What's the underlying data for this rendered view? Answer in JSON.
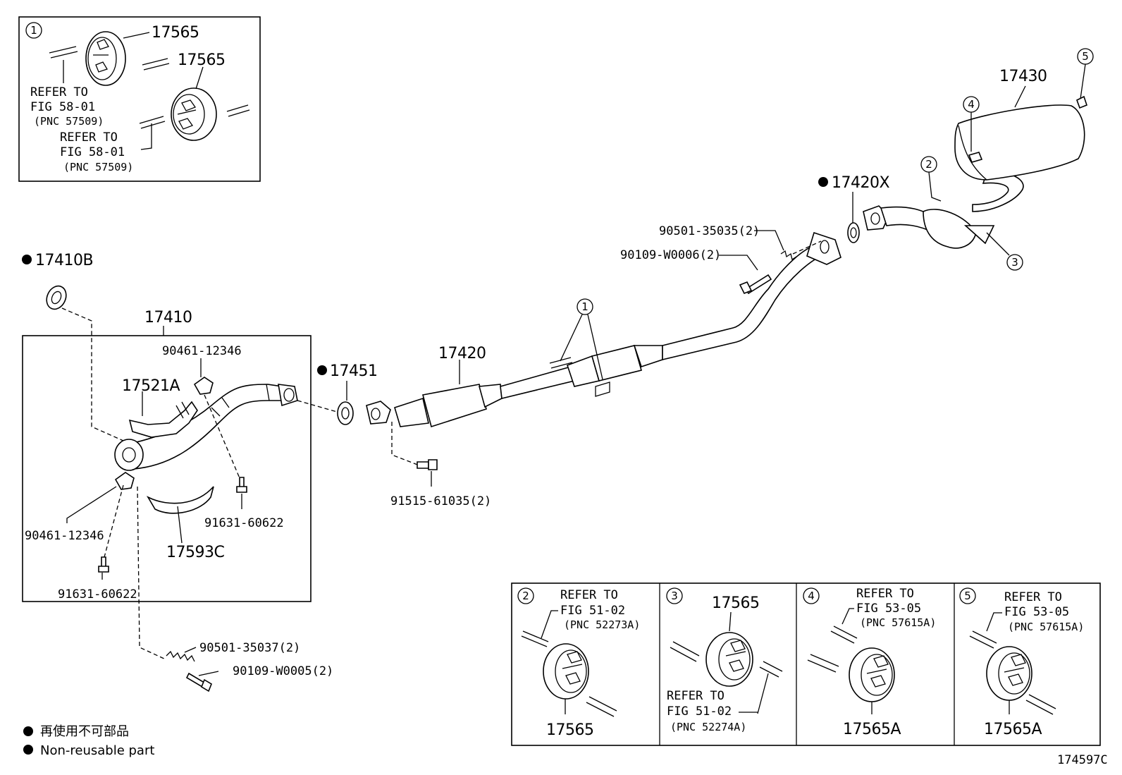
{
  "inset_1": {
    "circle": "1",
    "part_a": "17565",
    "part_b": "17565",
    "refer_a": [
      "REFER TO",
      "FIG 58-01",
      "(PNC 57509)"
    ],
    "refer_b": [
      "REFER TO",
      "FIG 58-01",
      "(PNC 57509)"
    ]
  },
  "main": {
    "p17410B": "17410B",
    "p17410": "17410",
    "p90461_a": "90461-12346",
    "p17521A": "17521A",
    "p90461_b": "90461-12346",
    "p91631_a": "91631-60622",
    "p91631_b": "91631-60622",
    "p17593C": "17593C",
    "p90501_a": "90501-35037(2)",
    "p90109_a": "90109-W0005(2)",
    "p17451": "17451",
    "p17420": "17420",
    "p91515": "91515-61035(2)",
    "callout_1": "1",
    "p90501_b": "90501-35035(2)",
    "p90109_b": "90109-W0006(2)",
    "p17420X": "17420X",
    "p17430": "17430",
    "callout_2": "2",
    "callout_3": "3",
    "callout_4": "4",
    "callout_5": "5"
  },
  "legend": {
    "line_jp": "再使用不可部品",
    "line_en": "Non-reusable part"
  },
  "bottom_insets": [
    {
      "circle": "2",
      "refer": [
        "REFER TO",
        "FIG 51-02",
        "(PNC 52273A)"
      ],
      "part": "17565"
    },
    {
      "circle": "3",
      "part": "17565",
      "refer": [
        "REFER TO",
        "FIG 51-02",
        "(PNC 52274A)"
      ]
    },
    {
      "circle": "4",
      "refer": [
        "REFER TO",
        "FIG 53-05",
        "(PNC 57615A)"
      ],
      "part": "17565A"
    },
    {
      "circle": "5",
      "refer": [
        "REFER TO",
        "FIG 53-05",
        "(PNC 57615A)"
      ],
      "part": "17565A"
    }
  ],
  "figure_id": "174597C",
  "icons": {
    "non_reusable_marker": "filled-circle-icon",
    "exhaust_hanger": "rubber-hanger-icon",
    "bolt": "bolt-icon",
    "spring": "spring-icon",
    "gasket": "gasket-icon"
  }
}
